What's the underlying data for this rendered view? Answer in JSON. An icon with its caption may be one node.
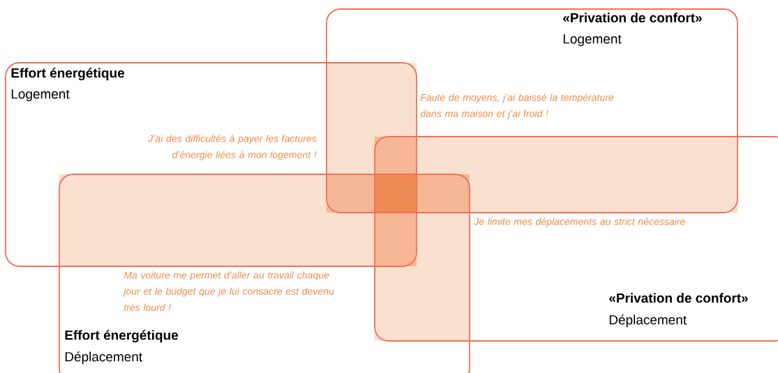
{
  "diagram": {
    "nodes": [
      {
        "text": [
          "«Privation de confort»",
          "Logement"
        ]
      },
      {
        "text": [
          "Effort énergétique",
          "Logement"
        ]
      },
      {
        "text": [
          "«Privation de confort»",
          "Déplacement"
        ]
      },
      {
        "text": [
          "Effort énergétique",
          "Déplacement"
        ]
      }
    ],
    "labels": [
      "Faute de moyens, j’ai baissé la température dans ma maison et j’ai froid !",
      "J’ai des difficultés à payer les factures d’énergie liées à mon logement !",
      "Je limite mes déplacements au strict nécessaire",
      "Ma voiture me permet d’aller au travail chaque jour et le budget que je lui consacre est devenu très lourd !"
    ]
  }
}
